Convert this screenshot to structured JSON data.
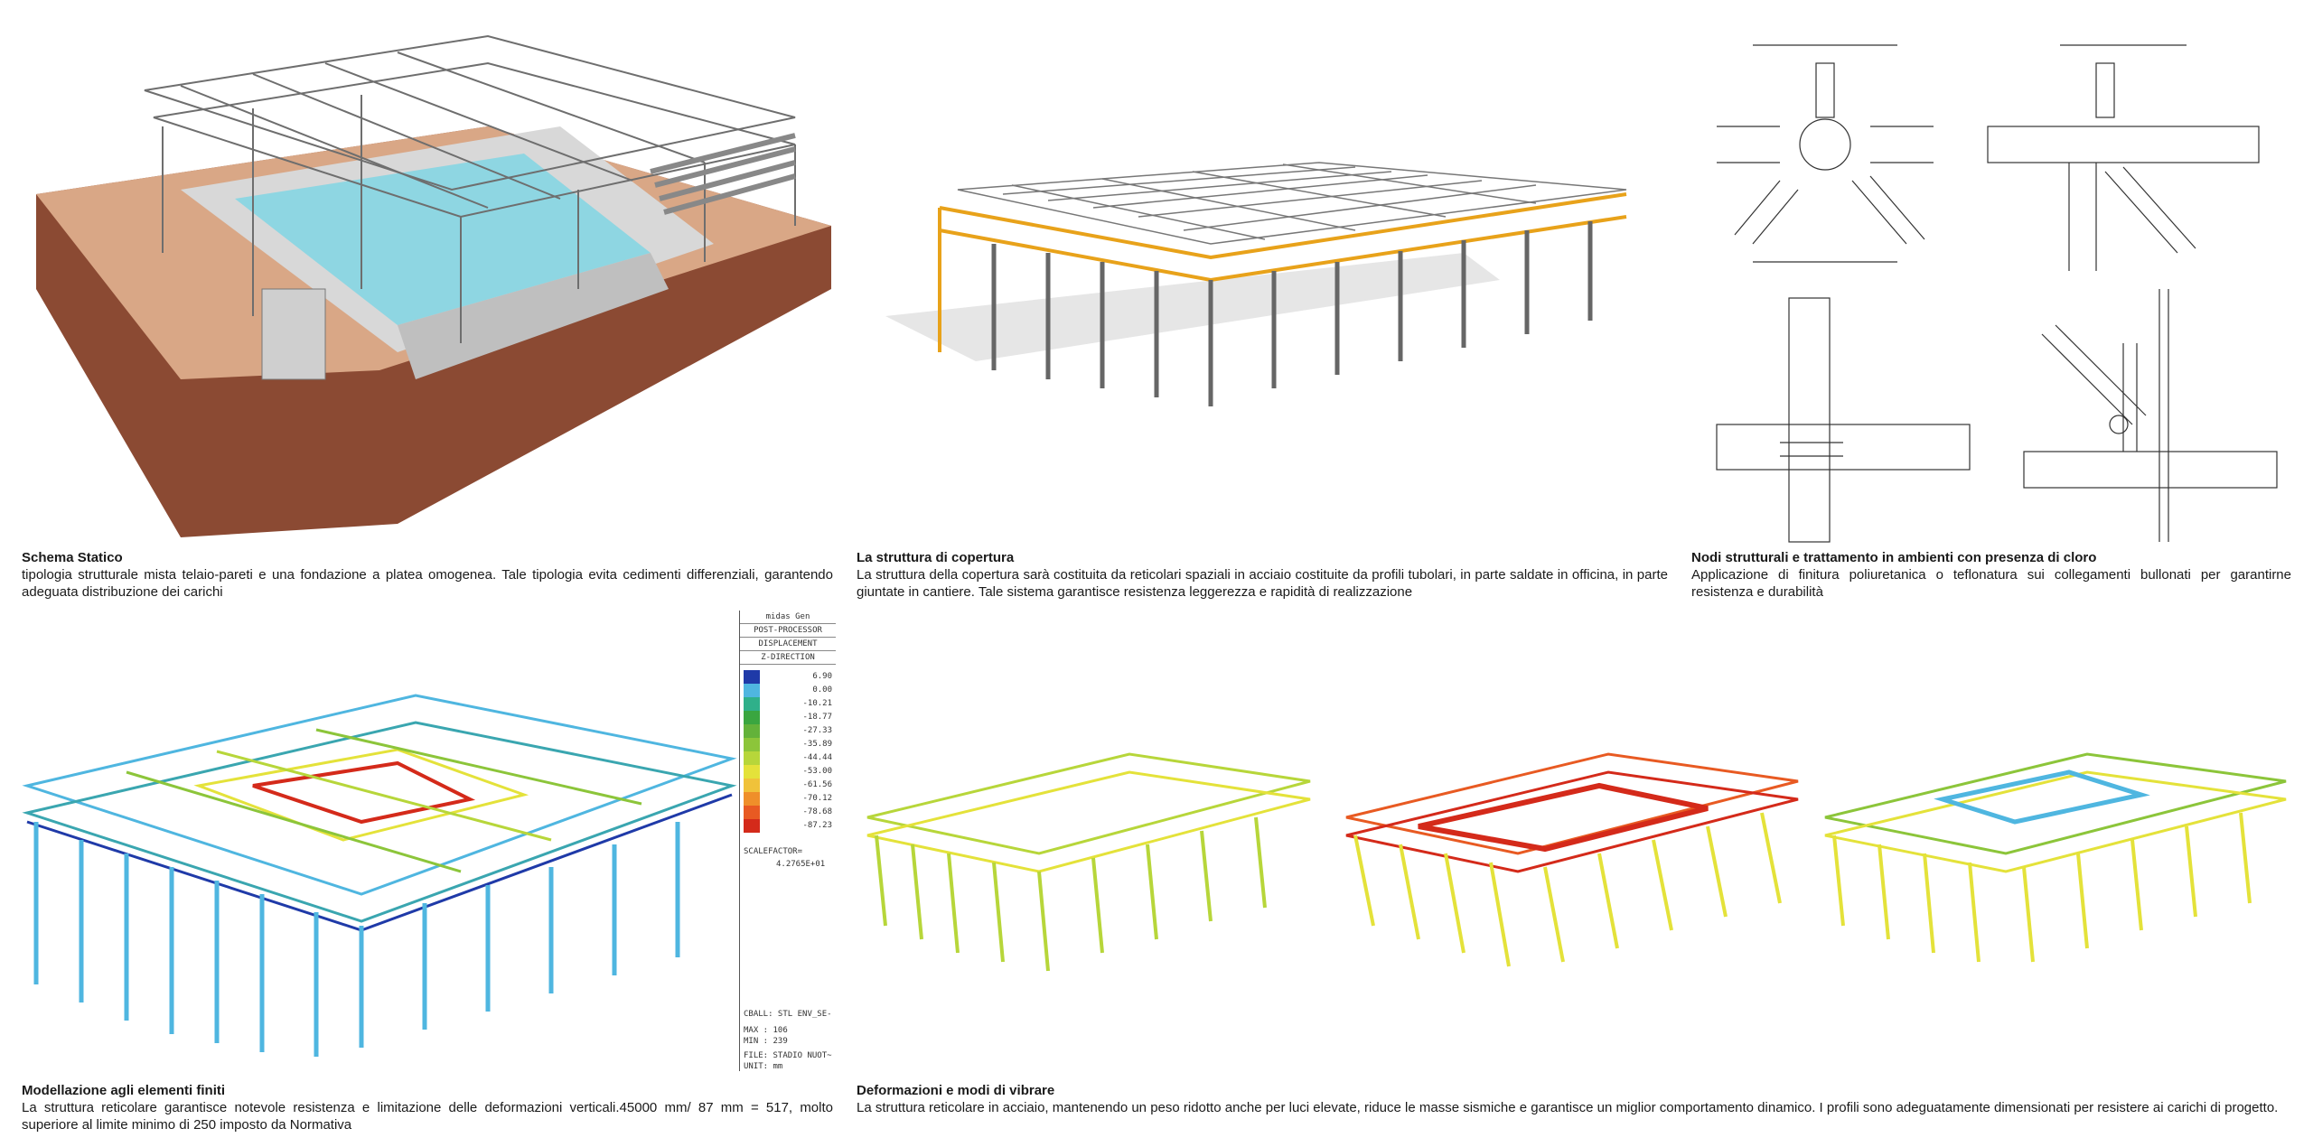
{
  "captions": {
    "schema": {
      "title": "Schema Statico",
      "text": "tipologia strutturale mista telaio-pareti e una fondazione a platea omogenea. Tale tipologia evita cedimenti differenziali, garantendo adeguata distribuzione dei carichi"
    },
    "copertura": {
      "title": "La struttura di copertura",
      "text": "La struttura della copertura sarà costituita da reticolari spaziali in acciaio costituite da profili tubolari, in parte saldate in officina, in parte giuntate in cantiere. Tale sistema garantisce resistenza leggerezza e rapidità di realizzazione"
    },
    "nodi": {
      "title": "Nodi strutturali e trattamento in ambienti con presenza di cloro",
      "text": "Applicazione di finitura poliuretanica o teflonatura sui collegamenti bullonati per garantirne resistenza e durabilità"
    },
    "fem": {
      "title": "Modellazione agli elementi finiti",
      "text": "La struttura reticolare garantisce notevole resistenza e limitazione delle deformazioni verticali.45000 mm/ 87 mm = 517, molto superiore al limite minimo di 250 imposto da Normativa"
    },
    "modi": {
      "title": "Deformazioni e modi di vibrare",
      "text": "La struttura reticolare in acciaio, mantenendo un peso ridotto anche per luci elevate, riduce le masse sismiche e garantisce un miglior comportamento dinamico. I profili sono adeguatamente dimensionati per resistere ai carichi di progetto."
    }
  },
  "legend": {
    "h1": "midas Gen",
    "h2": "POST-PROCESSOR",
    "h3": "DISPLACEMENT",
    "h4": "Z-DIRECTION",
    "values": [
      "6.90",
      "0.00",
      "-10.21",
      "-18.77",
      "-27.33",
      "-35.89",
      "-44.44",
      "-53.00",
      "-61.56",
      "-70.12",
      "-78.68",
      "-87.23"
    ],
    "colors": [
      "#1f3aa8",
      "#4fb6e0",
      "#2fb08a",
      "#3aa640",
      "#63b23a",
      "#8cc53a",
      "#b7d63a",
      "#e4e23a",
      "#f0c23a",
      "#ef8f2a",
      "#e85a22",
      "#d42a1a"
    ],
    "scale_label": "SCALEFACTOR=",
    "scale_value": "4.2765E+01",
    "cbali": "CBALL: STL ENV_SE-",
    "max": "MAX : 106",
    "min": "MIN : 239",
    "file": "FILE: STADIO NUOT~",
    "unit": "UNIT: mm"
  },
  "colors": {
    "soil": "#8b4a33",
    "soil_top": "#d9a786",
    "water": "#8ed6e2",
    "steel": "#6e6e6e",
    "beam_highlight": "#e8a21a"
  }
}
